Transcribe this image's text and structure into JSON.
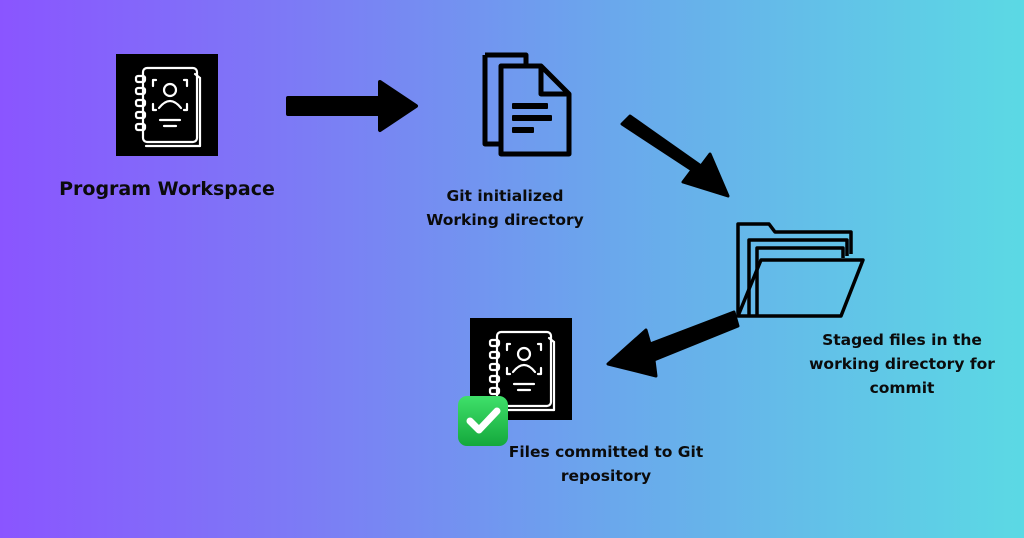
{
  "nodes": {
    "workspace": {
      "label": "Program Workspace",
      "icon": "contact-book-icon"
    },
    "working_dir": {
      "label": "Git initialized Working directory",
      "icon": "documents-icon"
    },
    "staged": {
      "label": "Staged files in the working directory for commit",
      "icon": "folder-icon"
    },
    "committed": {
      "label": "Files committed to Git repository",
      "icon": "contact-book-icon",
      "badge_icon": "check-badge-icon"
    }
  },
  "colors": {
    "gradient_start": "#8a55ff",
    "gradient_end": "#5bd9e4",
    "check_green": "#1fc24a"
  }
}
